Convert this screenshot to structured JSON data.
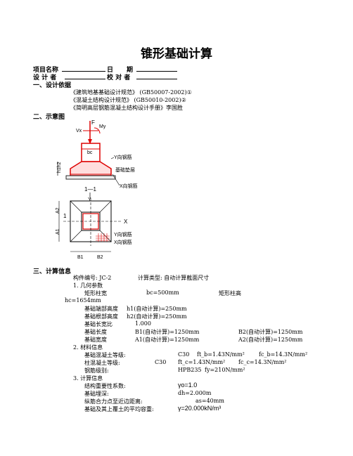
{
  "title": "锥形基础计算",
  "header": {
    "project_name": "项目名称",
    "date_1": "日",
    "date_2": "期",
    "designer": "设 计 者",
    "checker": "校 对 者"
  },
  "sec1": {
    "title": "一、设计依据",
    "refs": [
      "《建筑地基基础设计规范》 (GB50007-2002)①",
      "《混凝土结构设计规范》  (GB50010-2002)②",
      "《简明高层钢筋混凝土结构设计手册》李国胜"
    ]
  },
  "sec2": {
    "title": "二、示意图",
    "diagram": {
      "F": "F",
      "Vx": "Vx",
      "My": "My",
      "bc": "bc",
      "h1h2": "h1h2",
      "y_rebar": "Y向钢筋",
      "x_rebar": "X向钢筋",
      "pad": "基础垫层",
      "section": "1—1",
      "Y": "Y",
      "X": "X",
      "A2": "A2",
      "A1": "A1",
      "B1": "B1",
      "B2": "B2",
      "one": "1"
    }
  },
  "sec3": {
    "title": "三、计算信息",
    "code_label": "构件编号: JC-2",
    "calc_type": "计算类型: 自动计算截面尺寸",
    "s1": "1. 几何参数",
    "col_width_label": "矩形柱宽",
    "col_width_val": "bc=500mm",
    "col_height_label": "矩形柱高",
    "hc": "hc=1654mm",
    "h1_label": "基础端部高度",
    "h1_val": "h1(自动计算)=250mm",
    "h2_label": "基础根部高度",
    "h2_val": "h2(自动计算)=250mm",
    "ratio_label": "基础长宽比",
    "ratio_val": "1.000",
    "len_label": "基础长度",
    "b1_val": "B1(自动计算)=1250mm",
    "b2_val": "B2(自动计算)=1250mm",
    "wid_label": "基础宽度",
    "a1_val": "A1(自动计算)=1250mm",
    "a2_val": "A2(自动计算)=1250mm",
    "s2": "2. 材料信息",
    "fc_label": "基础混凝土等级:",
    "fc_grade": "C30",
    "fc_ft": "ft_b=1.43N/mm²",
    "fc_fc": "fc_b=14.3N/mm²",
    "col_c_label": "柱混凝土等级:",
    "col_c_grade": "C30",
    "col_ft": "ft_c=1.43N/mm²",
    "col_fc": "fc_c=14.3N/mm²",
    "steel_label": "钢筋级别:",
    "steel_grade": "HPB235",
    "steel_fy": "fy=210N/mm²",
    "s3": "3. 计算信息",
    "gamma0_label": "结构重要性系数:",
    "gamma0_val": "γo=1.0",
    "depth_label": "基础埋深:",
    "depth_val": "dh=2.000m",
    "as_label": "纵筋合力点至近边距离:",
    "as_val": "as=40mm",
    "gamma_label": "基础及其上覆土的平均容重:",
    "gamma_val": "γ=20.000kN/m³"
  }
}
